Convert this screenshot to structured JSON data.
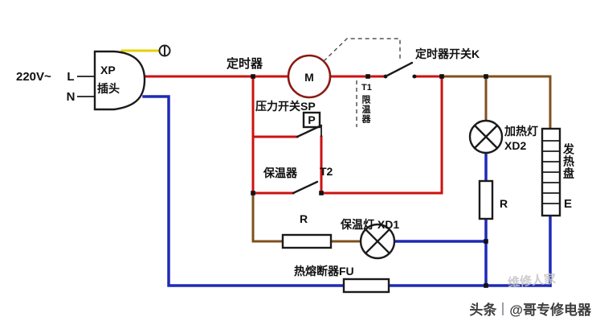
{
  "colors": {
    "live": "#cc1111",
    "neutral": "#1f2ab5",
    "brown": "#80501c",
    "earth": "#e3d200"
  },
  "diagram": {
    "supply": "220V~",
    "terminals": {
      "live": "L",
      "neutral": "N"
    },
    "plug": {
      "line1": "XP",
      "line2": "插头"
    },
    "timer": {
      "label": "定时器",
      "motor": "M",
      "switch_label": "定时器开关K"
    },
    "limiter": {
      "code": "T1",
      "name": "限温器"
    },
    "pressure_switch": {
      "label": "压力开关SP",
      "box": "P"
    },
    "keep_warm": {
      "label": "保温器",
      "code": "T2"
    },
    "resistor_left": "R",
    "resistor_right": "R",
    "warm_lamp": "保温灯 XD1",
    "heat_lamp": {
      "line1": "加热灯",
      "line2": "XD2"
    },
    "heater_plate": {
      "name": "发热盘",
      "code": "E"
    },
    "fuse": "热熔断器FU"
  },
  "watermark": {
    "faint": "维修人家",
    "brand": "头条",
    "account": "@哥专修电器"
  }
}
